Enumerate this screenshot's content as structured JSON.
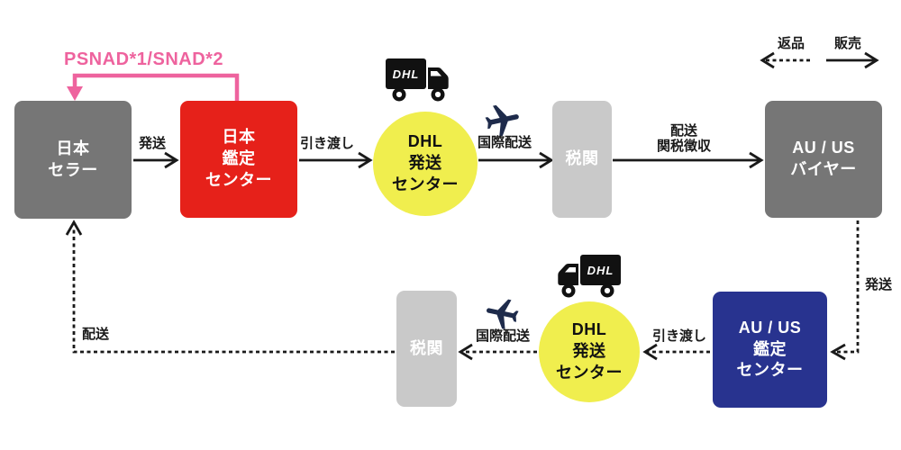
{
  "diagram_title": "Japan–AU/US DHL authentication shipping flow",
  "colors": {
    "seller_buyer_gray": "#767676",
    "customs_gray": "#c9c9c9",
    "japan_center_red": "#e6211a",
    "au_us_center_blue": "#28338f",
    "dhl_yellow": "#f0ee4e",
    "psnad_pink": "#ee639e",
    "plane_navy": "#1e2b4b",
    "line_black": "#1a1a1a"
  },
  "nodes": {
    "japan_seller": {
      "lines": [
        "日本",
        "セラー"
      ]
    },
    "japan_auth_center": {
      "lines": [
        "日本",
        "鑑定",
        "センター"
      ]
    },
    "dhl_center_top": {
      "lines": [
        "DHL",
        "発送",
        "センター"
      ]
    },
    "customs_top": {
      "lines": [
        "税関"
      ]
    },
    "au_us_buyer": {
      "lines": [
        "AU / US",
        "バイヤー"
      ]
    },
    "au_us_auth_center": {
      "lines": [
        "AU / US",
        "鑑定",
        "センター"
      ]
    },
    "dhl_center_bottom": {
      "lines": [
        "DHL",
        "発送",
        "センター"
      ]
    },
    "customs_bottom": {
      "lines": [
        "税関"
      ]
    }
  },
  "edges": {
    "psnad": "PSNAD*1/SNAD*2",
    "ship_top": "発送",
    "handover_top": "引き渡し",
    "intl_shipping_top": "国際配送",
    "delivery": "配送",
    "duty_collection": "関税徴収",
    "returns": "返品",
    "sales": "販売",
    "ship_right": "発送",
    "handover_bottom": "引き渡し",
    "intl_shipping_bottom": "国際配送",
    "delivery_left": "配送"
  },
  "icons": {
    "truck_label": "DHL"
  }
}
